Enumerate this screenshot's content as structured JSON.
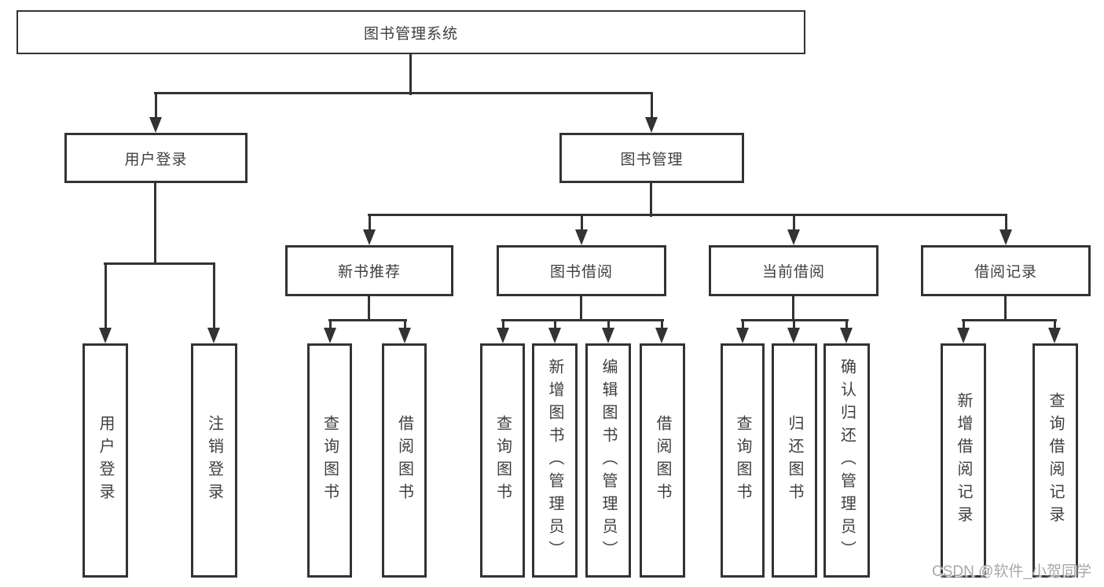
{
  "diagram": {
    "root": {
      "label": "图书管理系统",
      "children": [
        {
          "label": "用户登录",
          "children": [
            {
              "label": "用户登录"
            },
            {
              "label": "注销登录"
            }
          ]
        },
        {
          "label": "图书管理",
          "children": [
            {
              "label": "新书推荐",
              "children": [
                {
                  "label": "查询图书"
                },
                {
                  "label": "借阅图书"
                }
              ]
            },
            {
              "label": "图书借阅",
              "children": [
                {
                  "label": "查询图书"
                },
                {
                  "label": "新增图书（管理员）"
                },
                {
                  "label": "编辑图书（管理员）"
                },
                {
                  "label": "借阅图书"
                }
              ]
            },
            {
              "label": "当前借阅",
              "children": [
                {
                  "label": "查询图书"
                },
                {
                  "label": "归还图书"
                },
                {
                  "label": "确认归还（管理员）"
                }
              ]
            },
            {
              "label": "借阅记录",
              "children": [
                {
                  "label": "新增借阅记录"
                },
                {
                  "label": "查询借阅记录"
                }
              ]
            }
          ]
        }
      ]
    }
  },
  "watermark": {
    "text": "CSDN @软件_小贺同学"
  },
  "colors": {
    "line": "#333333",
    "text": "#3f3f3f",
    "background": "#ffffff",
    "watermark": "#9e9e9e"
  }
}
